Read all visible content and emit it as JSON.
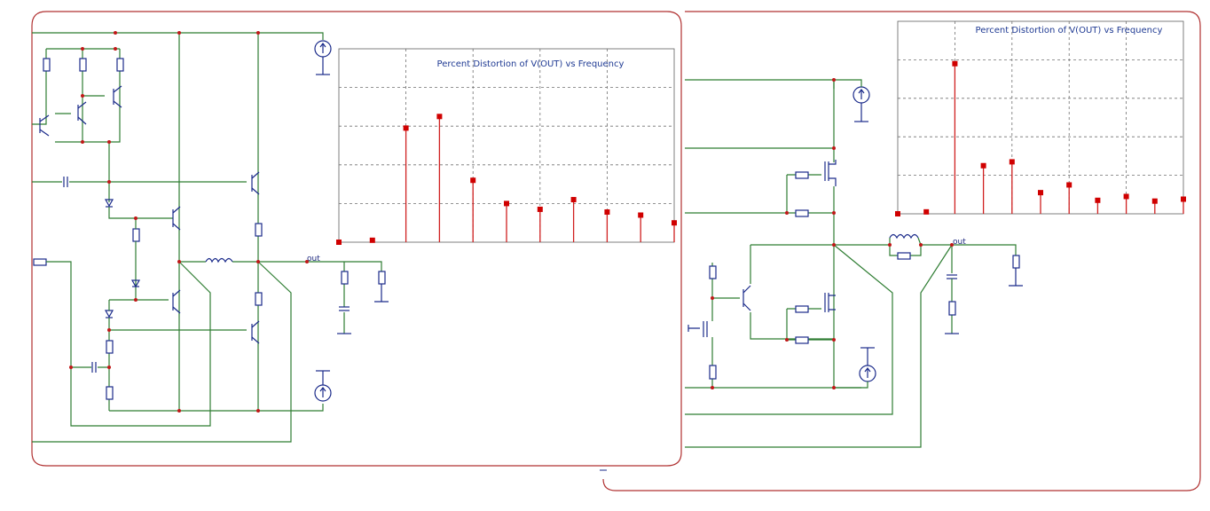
{
  "left_sheet": {
    "net_label": "out",
    "chart_title": "Percent Distortion of V(OUT) vs Frequency"
  },
  "right_sheet": {
    "net_label": "out",
    "chart_title": "Percent Distortion of V(OUT) vs Frequency"
  },
  "chart_data": [
    {
      "type": "bar",
      "title": "Percent Distortion of V(OUT) vs Frequency",
      "xlabel": "",
      "ylabel": "",
      "x": [
        1,
        2,
        3,
        4,
        5,
        6,
        7,
        8,
        9,
        10,
        11
      ],
      "values": [
        0.0,
        0.05,
        2.95,
        3.25,
        1.6,
        1.0,
        0.85,
        1.1,
        0.78,
        0.7,
        0.5
      ],
      "ylim": [
        0,
        5
      ],
      "grid": true,
      "legend": "none",
      "colors": {
        "stem": "#d02020",
        "marker": "#d00000"
      }
    },
    {
      "type": "bar",
      "title": "Percent Distortion of V(OUT) vs Frequency",
      "xlabel": "",
      "ylabel": "",
      "x": [
        1,
        2,
        3,
        4,
        5,
        6,
        7,
        8,
        9,
        10,
        11
      ],
      "values": [
        0.0,
        0.05,
        3.9,
        1.25,
        1.35,
        0.55,
        0.75,
        0.35,
        0.45,
        0.33,
        0.38
      ],
      "ylim": [
        0,
        5
      ],
      "grid": true,
      "legend": "none",
      "colors": {
        "stem": "#d02020",
        "marker": "#d00000"
      }
    }
  ]
}
